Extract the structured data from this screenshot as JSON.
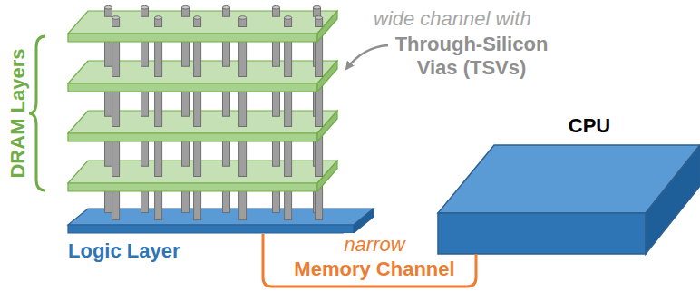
{
  "diagram": {
    "nodes": [
      {
        "text": [
          "Logic Layer"
        ]
      },
      {
        "text": [
          "CPU"
        ]
      }
    ],
    "edges": [
      {
        "from": 0,
        "to": 1,
        "arrow": "none"
      }
    ],
    "labels": [
      "DRAM Layers",
      "wide channel with",
      "Through-Silicon Vias (TSVs)",
      "narrow",
      "Memory Channel"
    ]
  }
}
